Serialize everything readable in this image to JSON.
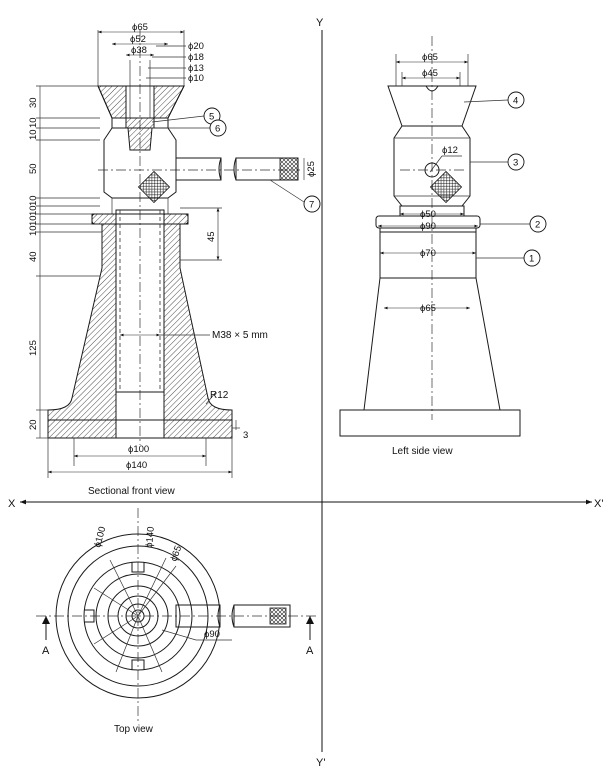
{
  "axes": {
    "y_top": "Y",
    "y_bottom": "Y'",
    "x_left": "X",
    "x_right": "X'"
  },
  "captions": {
    "front": "Sectional front view",
    "side": "Left side view",
    "top": "Top view"
  },
  "front_dims": {
    "d65": "ϕ65",
    "d52": "ϕ52",
    "d38": "ϕ38",
    "d20": "ϕ20",
    "d18": "ϕ18",
    "d13": "ϕ13",
    "d10": "ϕ10",
    "d25": "ϕ25",
    "v30": "30",
    "v10a": "10",
    "v10b": "10",
    "v50": "50",
    "v10c": "10",
    "v10d": "10",
    "v10e": "10",
    "v10f": "10",
    "v40": "40",
    "v125": "125",
    "v20": "20",
    "v45": "45",
    "thread": "M38 × 5 mm",
    "r12": "R12",
    "t3": "3",
    "d100": "ϕ100",
    "d140": "ϕ140"
  },
  "side_dims": {
    "d65a": "ϕ65",
    "d45": "ϕ45",
    "d12": "ϕ12",
    "d50": "ϕ50",
    "d90": "ϕ90",
    "d70": "ϕ70",
    "d65b": "ϕ65"
  },
  "top_dims": {
    "d100": "ϕ100",
    "d140": "ϕ140",
    "d65": "ϕ65",
    "d90": "ϕ90",
    "secA1": "A",
    "secA2": "A"
  },
  "balloons": {
    "b1": "1",
    "b2": "2",
    "b3": "3",
    "b4": "4",
    "b5": "5",
    "b6": "6",
    "b7": "7"
  }
}
